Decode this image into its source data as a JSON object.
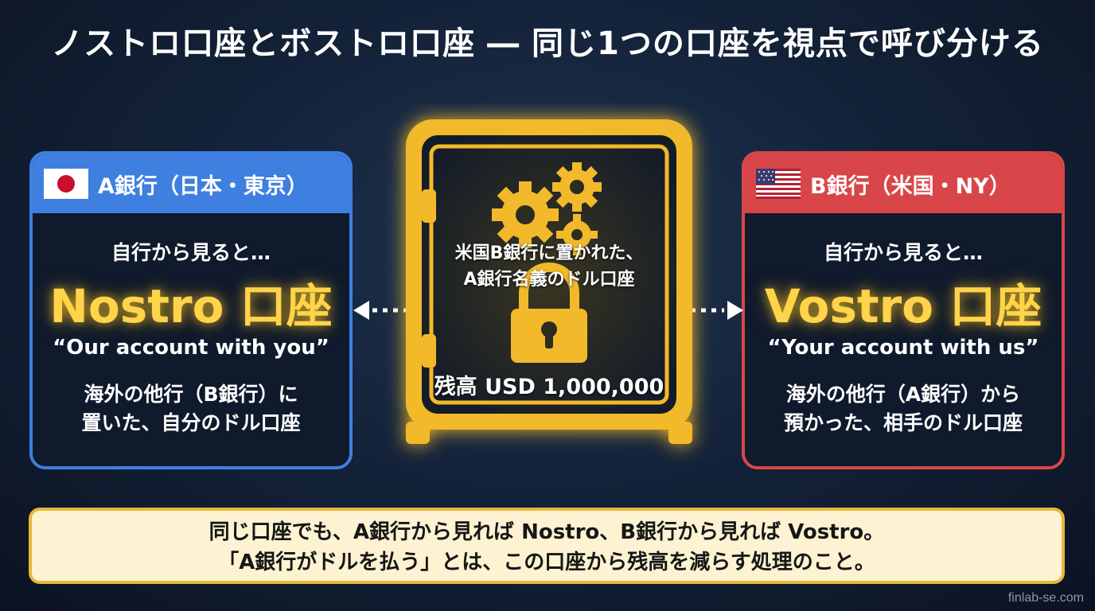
{
  "title": "ノストロ口座とボストロ口座 ― 同じ1つの口座を視点で呼び分ける",
  "bank_a": {
    "name": "A銀行（日本・東京）",
    "flag_icon": "japan-flag-icon",
    "view_label": "自行から見ると…",
    "account_name": "Nostro 口座",
    "quote": "“Our account with you”",
    "description_line1": "海外の他行（B銀行）に",
    "description_line2": "置いた、自分のドル口座",
    "color": "#3f7fe0"
  },
  "bank_b": {
    "name": "B銀行（米国・NY）",
    "flag_icon": "us-flag-icon",
    "view_label": "自行から見ると…",
    "account_name": "Vostro 口座",
    "quote": "“Your account with us”",
    "description_line1": "海外の他行（A銀行）から",
    "description_line2": "預かった、相手のドル口座",
    "color": "#d9464a"
  },
  "safe": {
    "icon": "safe-icon",
    "label_line1": "米国B銀行に置かれた、",
    "label_line2": "A銀行名義のドル口座",
    "balance": "残高 USD 1,000,000",
    "color": "#f2b92a"
  },
  "footer": {
    "line1": "同じ口座でも、A銀行から見れば Nostro、B銀行から見れば Vostro。",
    "line2": "「A銀行がドルを払う」とは、この口座から残高を減らす処理のこと。"
  },
  "watermark": "finlab-se.com"
}
